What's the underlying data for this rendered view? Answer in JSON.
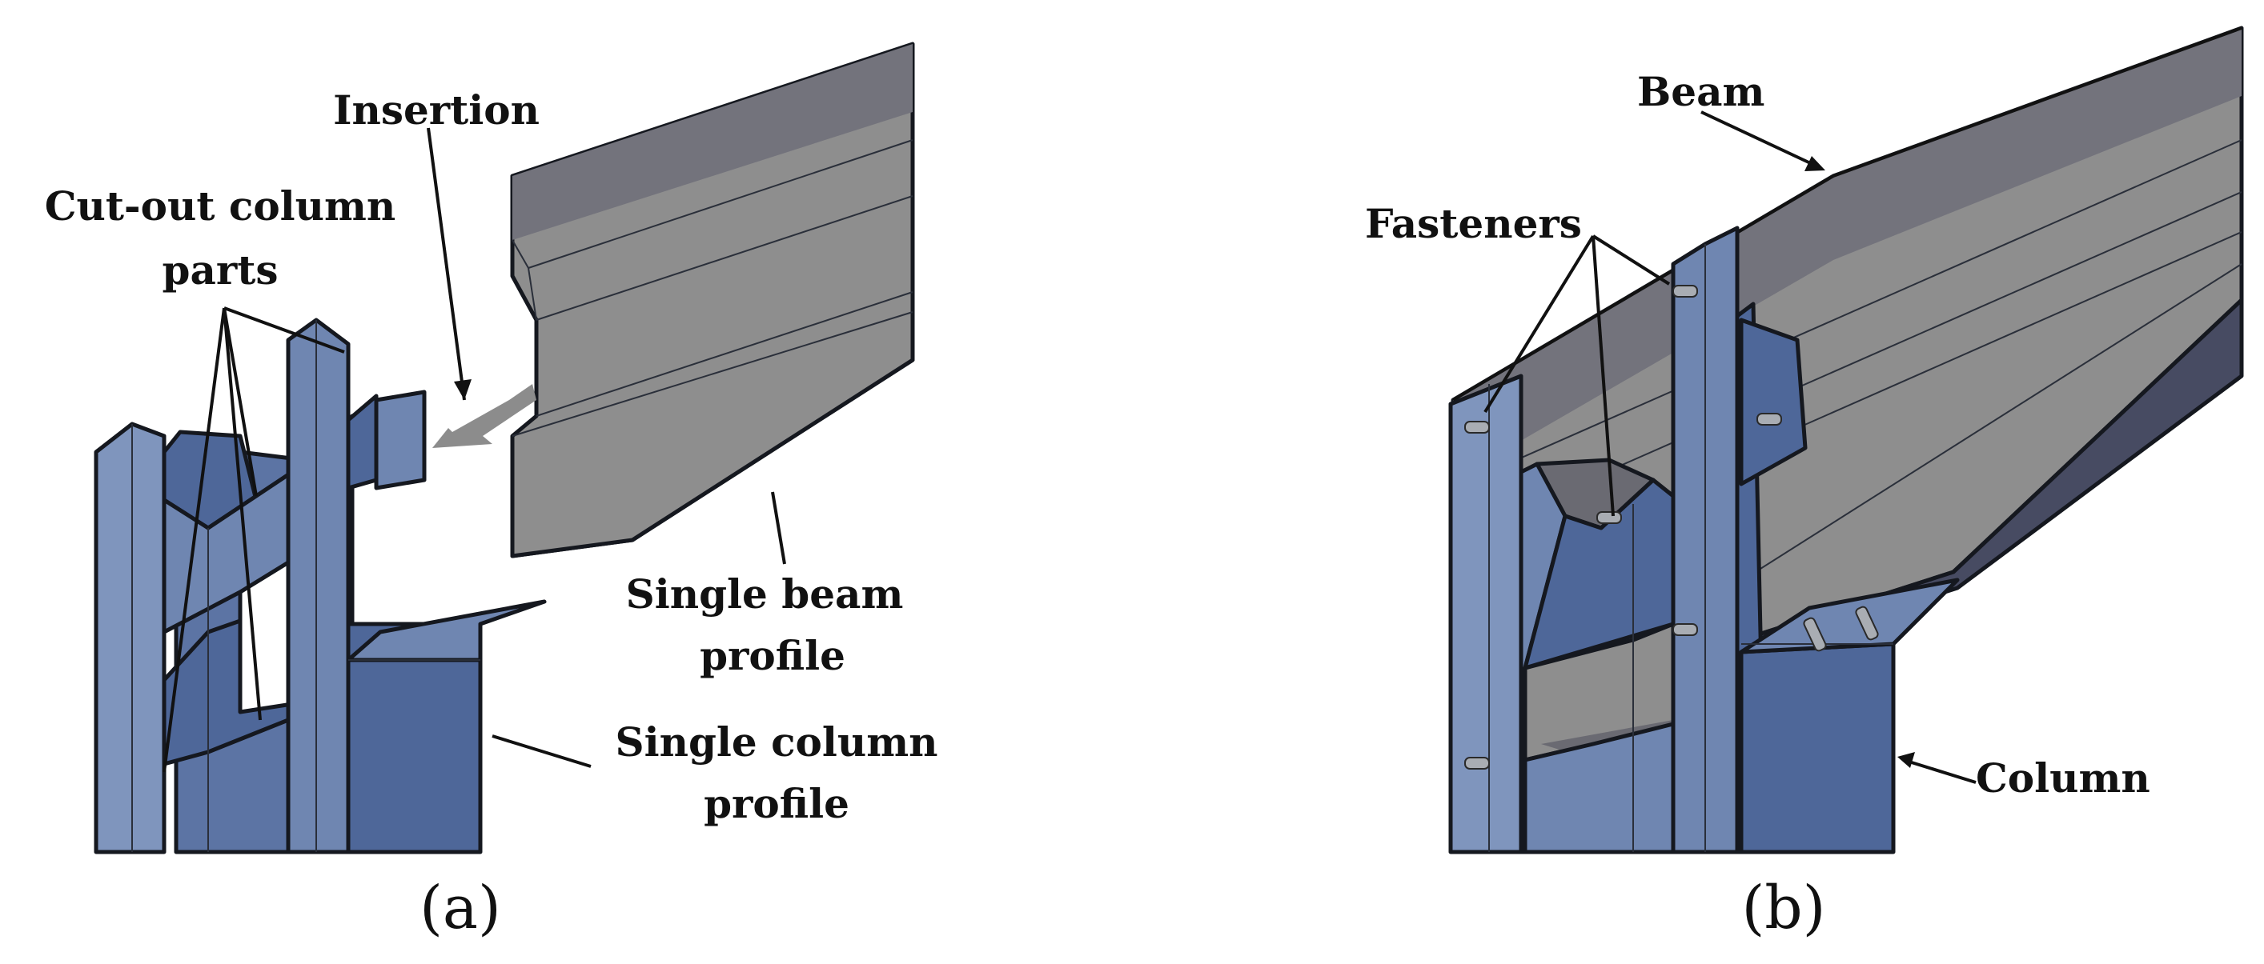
{
  "figure": {
    "panel_a": {
      "caption": "(a)",
      "labels": {
        "insertion": "Insertion",
        "cut_out_line1": "Cut-out column",
        "cut_out_line2": "parts",
        "single_beam_line1": "Single beam",
        "single_beam_line2": "profile",
        "single_column_line1": "Single column",
        "single_column_line2": "profile"
      }
    },
    "panel_b": {
      "caption": "(b)",
      "labels": {
        "beam": "Beam",
        "fasteners": "Fasteners",
        "column": "Column"
      }
    },
    "colors": {
      "steel_blue": "#6f86b1",
      "steel_blue_dark": "#4e6799",
      "beam_grey": "#8e8e8e",
      "beam_grey_dark": "#6a6a72",
      "beam_underside": "#474b62",
      "arrow_grey": "#8c8c8c"
    }
  }
}
